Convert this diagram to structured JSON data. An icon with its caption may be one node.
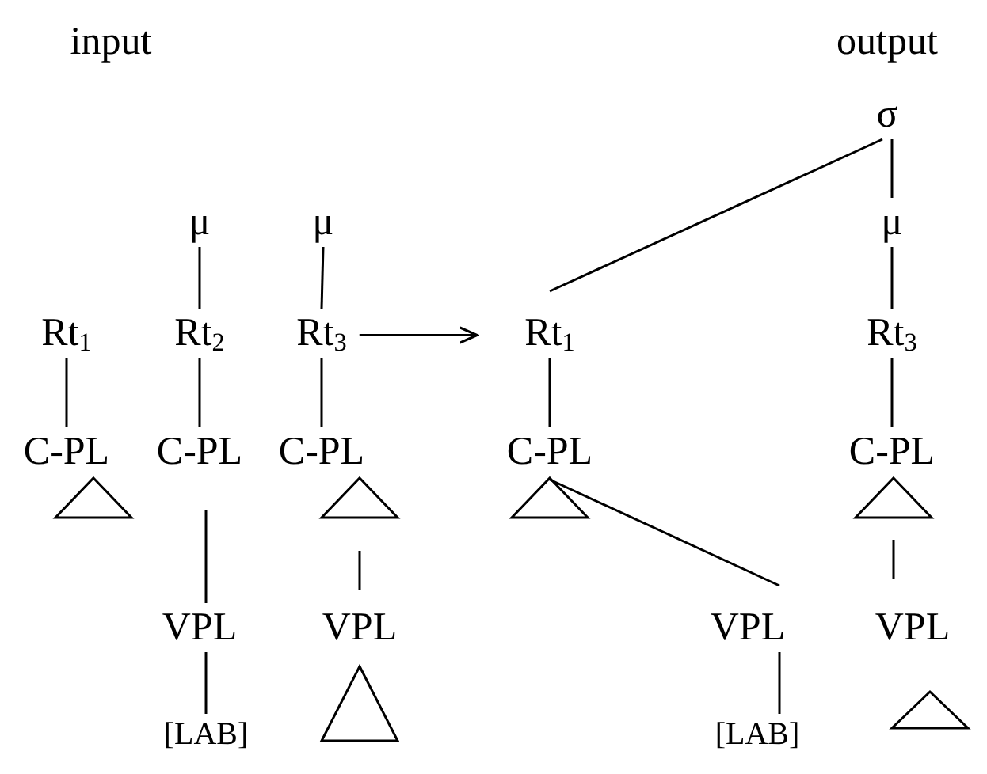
{
  "diagram": {
    "nodes": [
      {
        "text": [
          "σ"
        ]
      },
      {
        "text": [
          "μ"
        ]
      },
      {
        "text": [
          "μ"
        ]
      },
      {
        "text": [
          "μ"
        ]
      },
      {
        "text": [
          "Rt$_{1}$"
        ]
      },
      {
        "text": [
          "Rt$_{2}$"
        ]
      },
      {
        "text": [
          "Rt$_{3}$"
        ]
      },
      {
        "text": [
          "Rt$_{1}$"
        ]
      },
      {
        "text": [
          "Rt$_{3}$"
        ]
      },
      {
        "text": [
          "C-PL"
        ]
      },
      {
        "text": [
          "C-PL"
        ]
      },
      {
        "text": [
          "C-PL"
        ]
      },
      {
        "text": [
          "C-PL"
        ]
      },
      {
        "text": [
          "C-PL"
        ]
      },
      {
        "text": [
          "VPL"
        ]
      },
      {
        "text": [
          "VPL"
        ]
      },
      {
        "text": [
          "VPL"
        ]
      },
      {
        "text": [
          "VPL"
        ]
      },
      {
        "text": [
          "[LAB]"
        ]
      },
      {
        "text": [
          "[LAB]"
        ]
      }
    ],
    "edges": [
      {
        "from": 1,
        "to": 5,
        "arrow": "none"
      },
      {
        "from": 2,
        "to": 6,
        "arrow": "none"
      },
      {
        "from": 4,
        "to": 9,
        "arrow": "none"
      },
      {
        "from": 5,
        "to": 10,
        "arrow": "none"
      },
      {
        "from": 6,
        "to": 11,
        "arrow": "none"
      },
      {
        "from": 10,
        "to": 14,
        "arrow": "none"
      },
      {
        "from": 11,
        "to": 15,
        "arrow": "none"
      },
      {
        "from": 14,
        "to": 18,
        "arrow": "none"
      },
      {
        "from": 6,
        "to": 7,
        "arrow": "to"
      },
      {
        "from": 0,
        "to": 7,
        "arrow": "none"
      },
      {
        "from": 0,
        "to": 3,
        "arrow": "none"
      },
      {
        "from": 3,
        "to": 8,
        "arrow": "none"
      },
      {
        "from": 7,
        "to": 12,
        "arrow": "none"
      },
      {
        "from": 8,
        "to": 13,
        "arrow": "none"
      },
      {
        "from": 12,
        "to": 16,
        "arrow": "none"
      },
      {
        "from": 13,
        "to": 17,
        "arrow": "none"
      },
      {
        "from": 16,
        "to": 19,
        "arrow": "none"
      }
    ],
    "labels": [
      "input",
      "output"
    ]
  }
}
